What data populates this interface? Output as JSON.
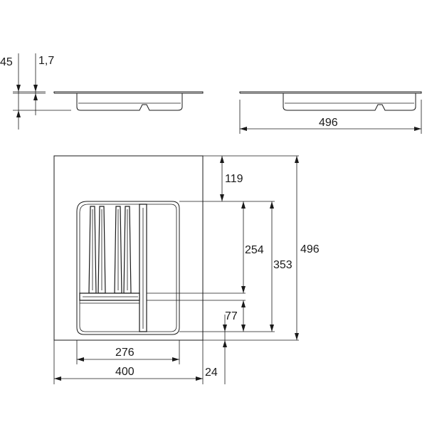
{
  "dimensions": {
    "height_total": "45",
    "wall_thickness": "1,7",
    "width_side": "496",
    "depth_back_offset": "119",
    "inner_depth": "254",
    "frame_depth": "353",
    "overall_depth": "496",
    "front_offset": "77",
    "inner_width": "276",
    "overall_width": "400",
    "front_lip": "24"
  }
}
